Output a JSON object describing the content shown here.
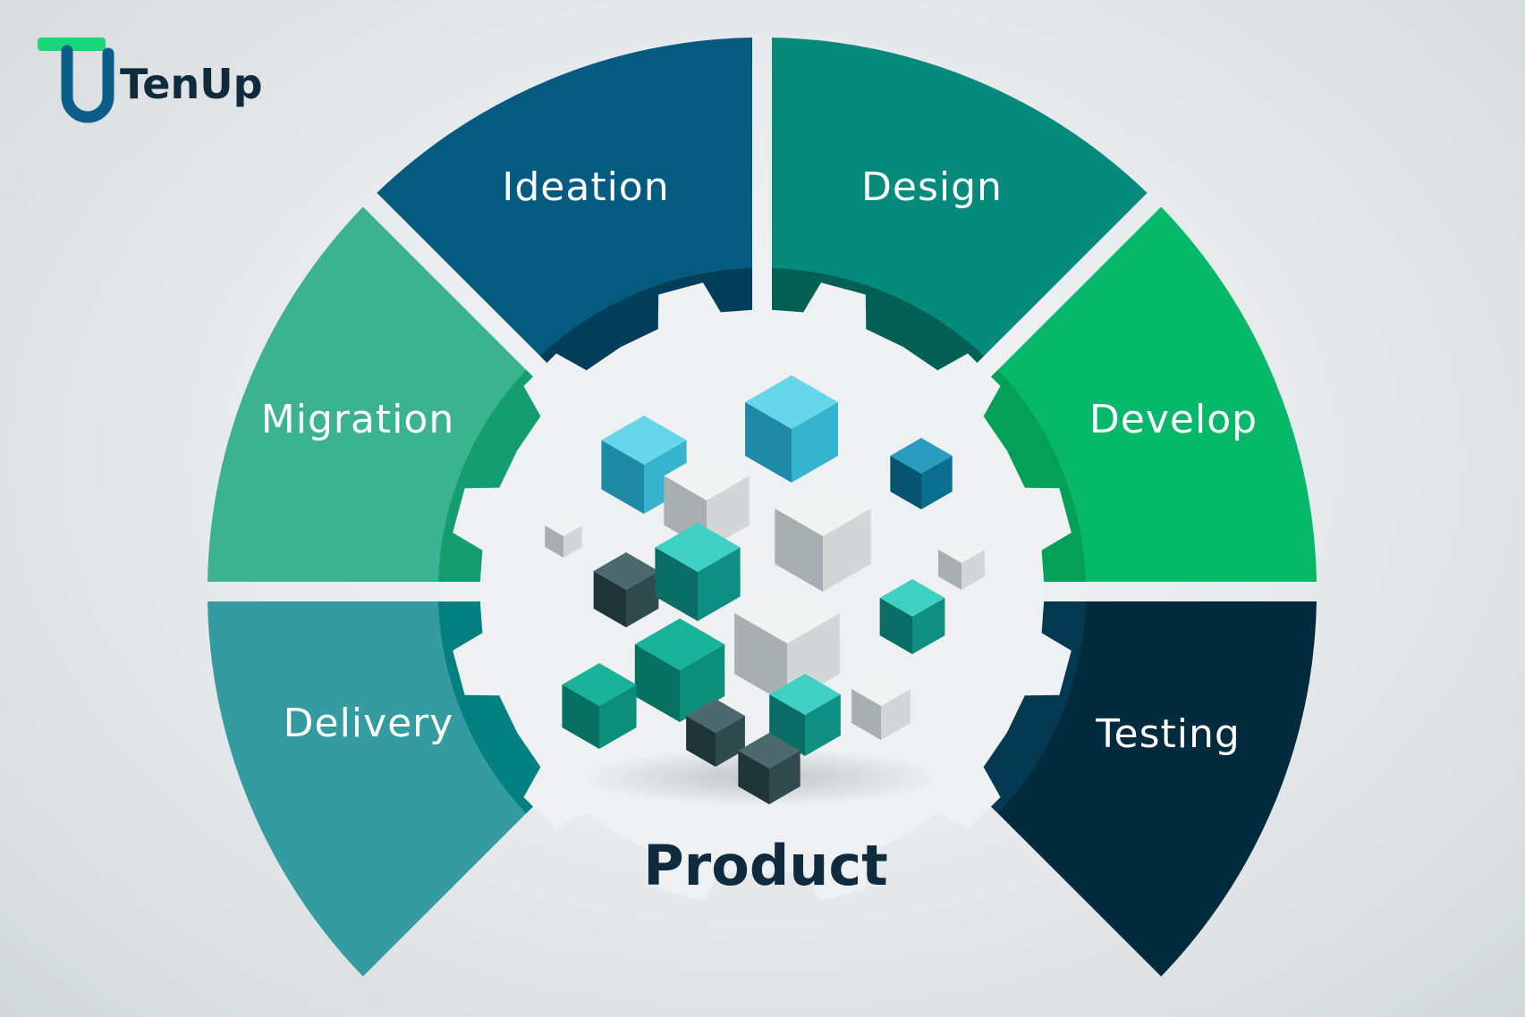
{
  "brand": {
    "name": "TenUp"
  },
  "center": {
    "label": "Product"
  },
  "segments": [
    {
      "label": "Ideation",
      "color": "#055a80",
      "inner_color": "#033f5a"
    },
    {
      "label": "Design",
      "color": "#058a7c",
      "inner_color": "#046055"
    },
    {
      "label": "Develop",
      "color": "#05b86a",
      "inner_color": "#04a058"
    },
    {
      "label": "Testing",
      "color": "#022b3e",
      "inner_color": "#033a52"
    },
    {
      "label": "Delivery",
      "color": "#349ca0",
      "inner_color": "#038080"
    },
    {
      "label": "Migration",
      "color": "#3ab38e",
      "inner_color": "#149e70"
    }
  ],
  "colors": {
    "logo_green": "#1ed47a",
    "logo_blue": "#0b5e87",
    "text_dark": "#0f2b3d",
    "gear": "#eef0f1"
  },
  "icons": {
    "center_graphic": "cube-cluster-icon",
    "logo": "tenup-logo-icon"
  }
}
